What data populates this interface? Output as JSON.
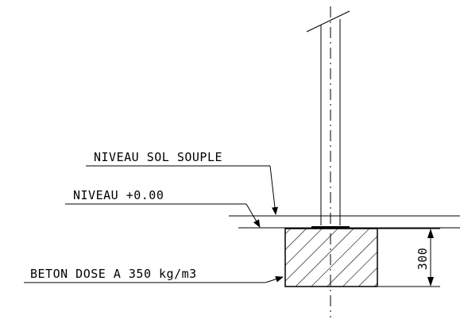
{
  "labels": {
    "niveau_sol_souple": "NIVEAU SOL SOUPLE",
    "niveau_zero": "NIVEAU +0.00",
    "beton": "BETON DOSE A 350 kg/m3",
    "dimension_300": "300"
  },
  "colors": {
    "ink": "#000000",
    "background": "#ffffff"
  }
}
